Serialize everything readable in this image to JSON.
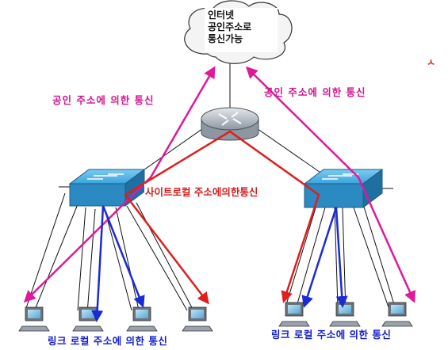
{
  "cloud": {
    "lines": [
      "인터넷",
      "공인주소로",
      "통신가능"
    ]
  },
  "labels": {
    "public_left": "공인 주소에 의한 통신",
    "public_right": "공인 주소에 의한 통신",
    "site_local": "사이트로컬 주소에의한통신",
    "link_left": "링크 로컬 주소에 의한 통신",
    "link_right": "링크 로컬 주소에 의한 통신",
    "stray_mark": "ㅅ"
  },
  "colors": {
    "public_arrow": "#e0189a",
    "site_local_arrow": "#e01e1e",
    "link_local_arrow": "#1a2ad6",
    "device_blue": "#2f9bd6",
    "router_gray": "#9aa3ad",
    "text_pink": "#d4148e",
    "text_red": "#d41e1e",
    "text_blue": "#1520c8"
  },
  "icons": {
    "cloud": "internet-cloud-icon",
    "router": "router-icon",
    "switch": "switch-icon",
    "computer": "computer-icon"
  }
}
